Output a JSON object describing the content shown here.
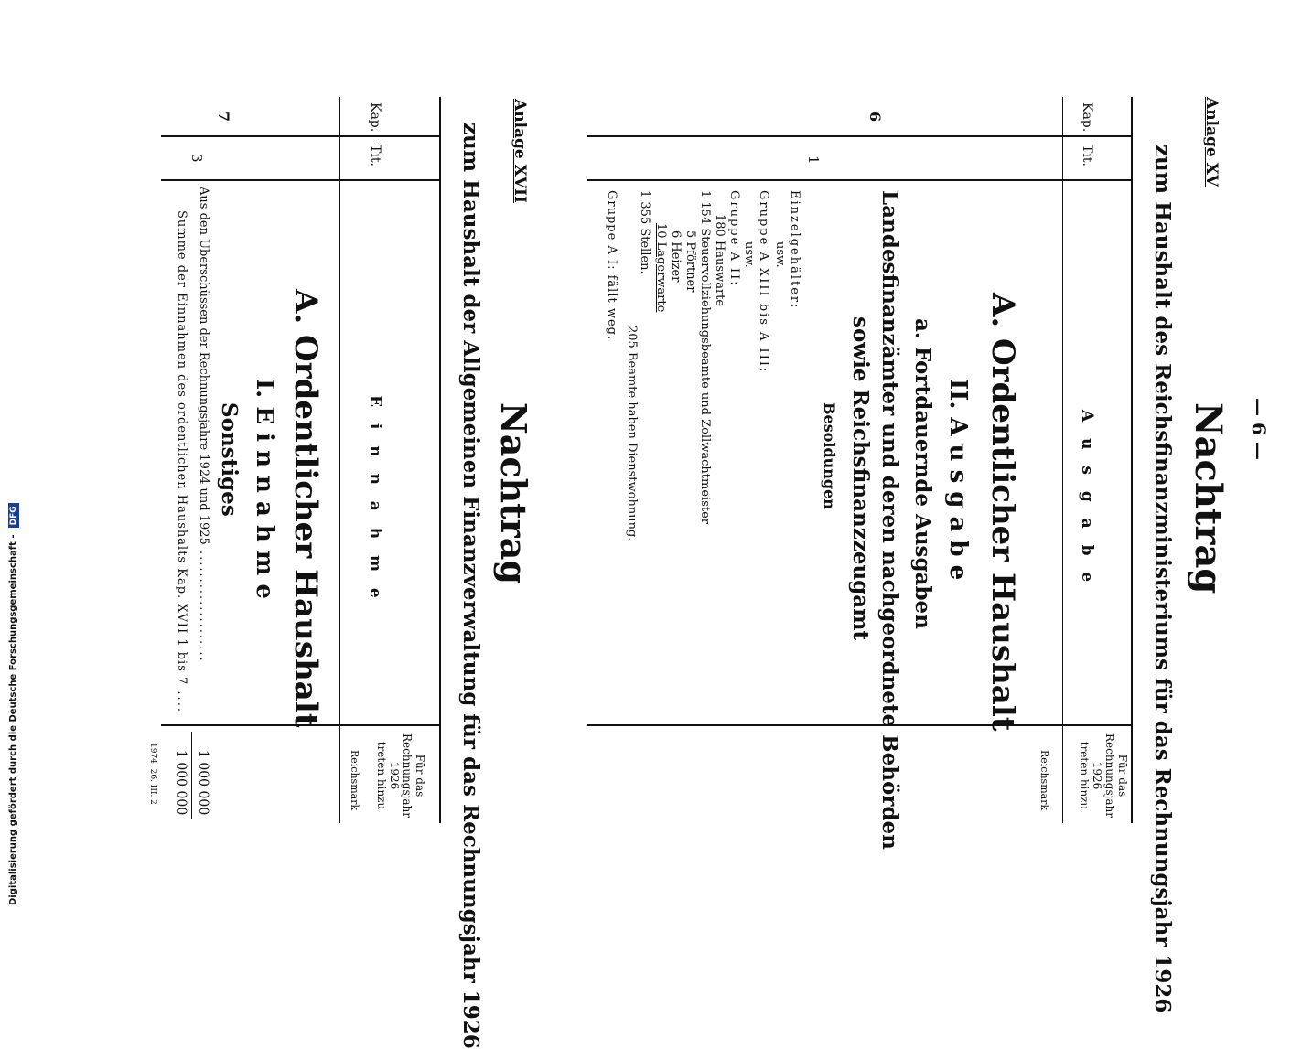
{
  "page_number": "— 6 —",
  "footer": "Digitalisierung gefördert durch die Deutsche Forschungsgemeinschaft -",
  "dfg_logo": "DFG",
  "print_mark": "1974. 26. III. 2",
  "xv": {
    "anlage": "Anlage XV",
    "title": "Nachtrag",
    "subtitle": "zum Haushalt des Reichsfinanzministeriums für das Rechnungsjahr 1926",
    "col_kap": "Kap.",
    "col_tit": "Tit.",
    "col_main": "A u s g a b e",
    "col_amount": [
      "Für das",
      "Rechnungsjahr",
      "1926",
      "treten hinzu"
    ],
    "col_unit": "Reichsmark",
    "kap": "6",
    "tit": "1",
    "section": "A. Ordentlicher Haushalt",
    "subsection": "II. A u s g a b e",
    "subsubsection": "a. Fortdauernde Ausgaben",
    "heading_line1": "Landesfinanzämter und deren nachgeordnete Behörden",
    "heading_line2": "sowie Reichsfinanzzeugamt",
    "besoldungen": "Besoldungen",
    "lines": [
      "Einzelgehälter:",
      "usw.",
      "Gruppe A XIII bis A III:",
      "usw.",
      "Gruppe A II:",
      "180 Hauswarte",
      "1 154 Steuervollziehungsbeamte und Zollwachtmeister",
      "5 Pförtner",
      "6 Heizer",
      "10 Lagerwarte",
      "1 355 Stellen.",
      "205 Beamte haben Dienstwohnung.",
      "Gruppe A I: fällt weg."
    ]
  },
  "xvii": {
    "anlage": "Anlage XVII",
    "title": "Nachtrag",
    "subtitle": "zum Haushalt der Allgemeinen Finanzverwaltung für das Rechnungsjahr 1926",
    "col_kap": "Kap.",
    "col_tit": "Tit.",
    "col_main": "E i n n a h m e",
    "col_amount": [
      "Für das",
      "Rechnungsjahr",
      "1926",
      "treten hinzu"
    ],
    "col_unit": "Reichsmark",
    "kap": "7",
    "tit": "3",
    "section": "A. Ordentlicher Haushalt",
    "subsection": "I. E i n n a h m e",
    "subsubsection": "Sonstiges",
    "line1": "Aus den Überschüssen der Rechnungsjahre 1924 und 1925",
    "amount1": "1 000 000",
    "line2": "Summe der Einnahmen des ordentlichen Haushalts Kap. XVII 1 bis 7",
    "amount2": "1 000 000"
  }
}
